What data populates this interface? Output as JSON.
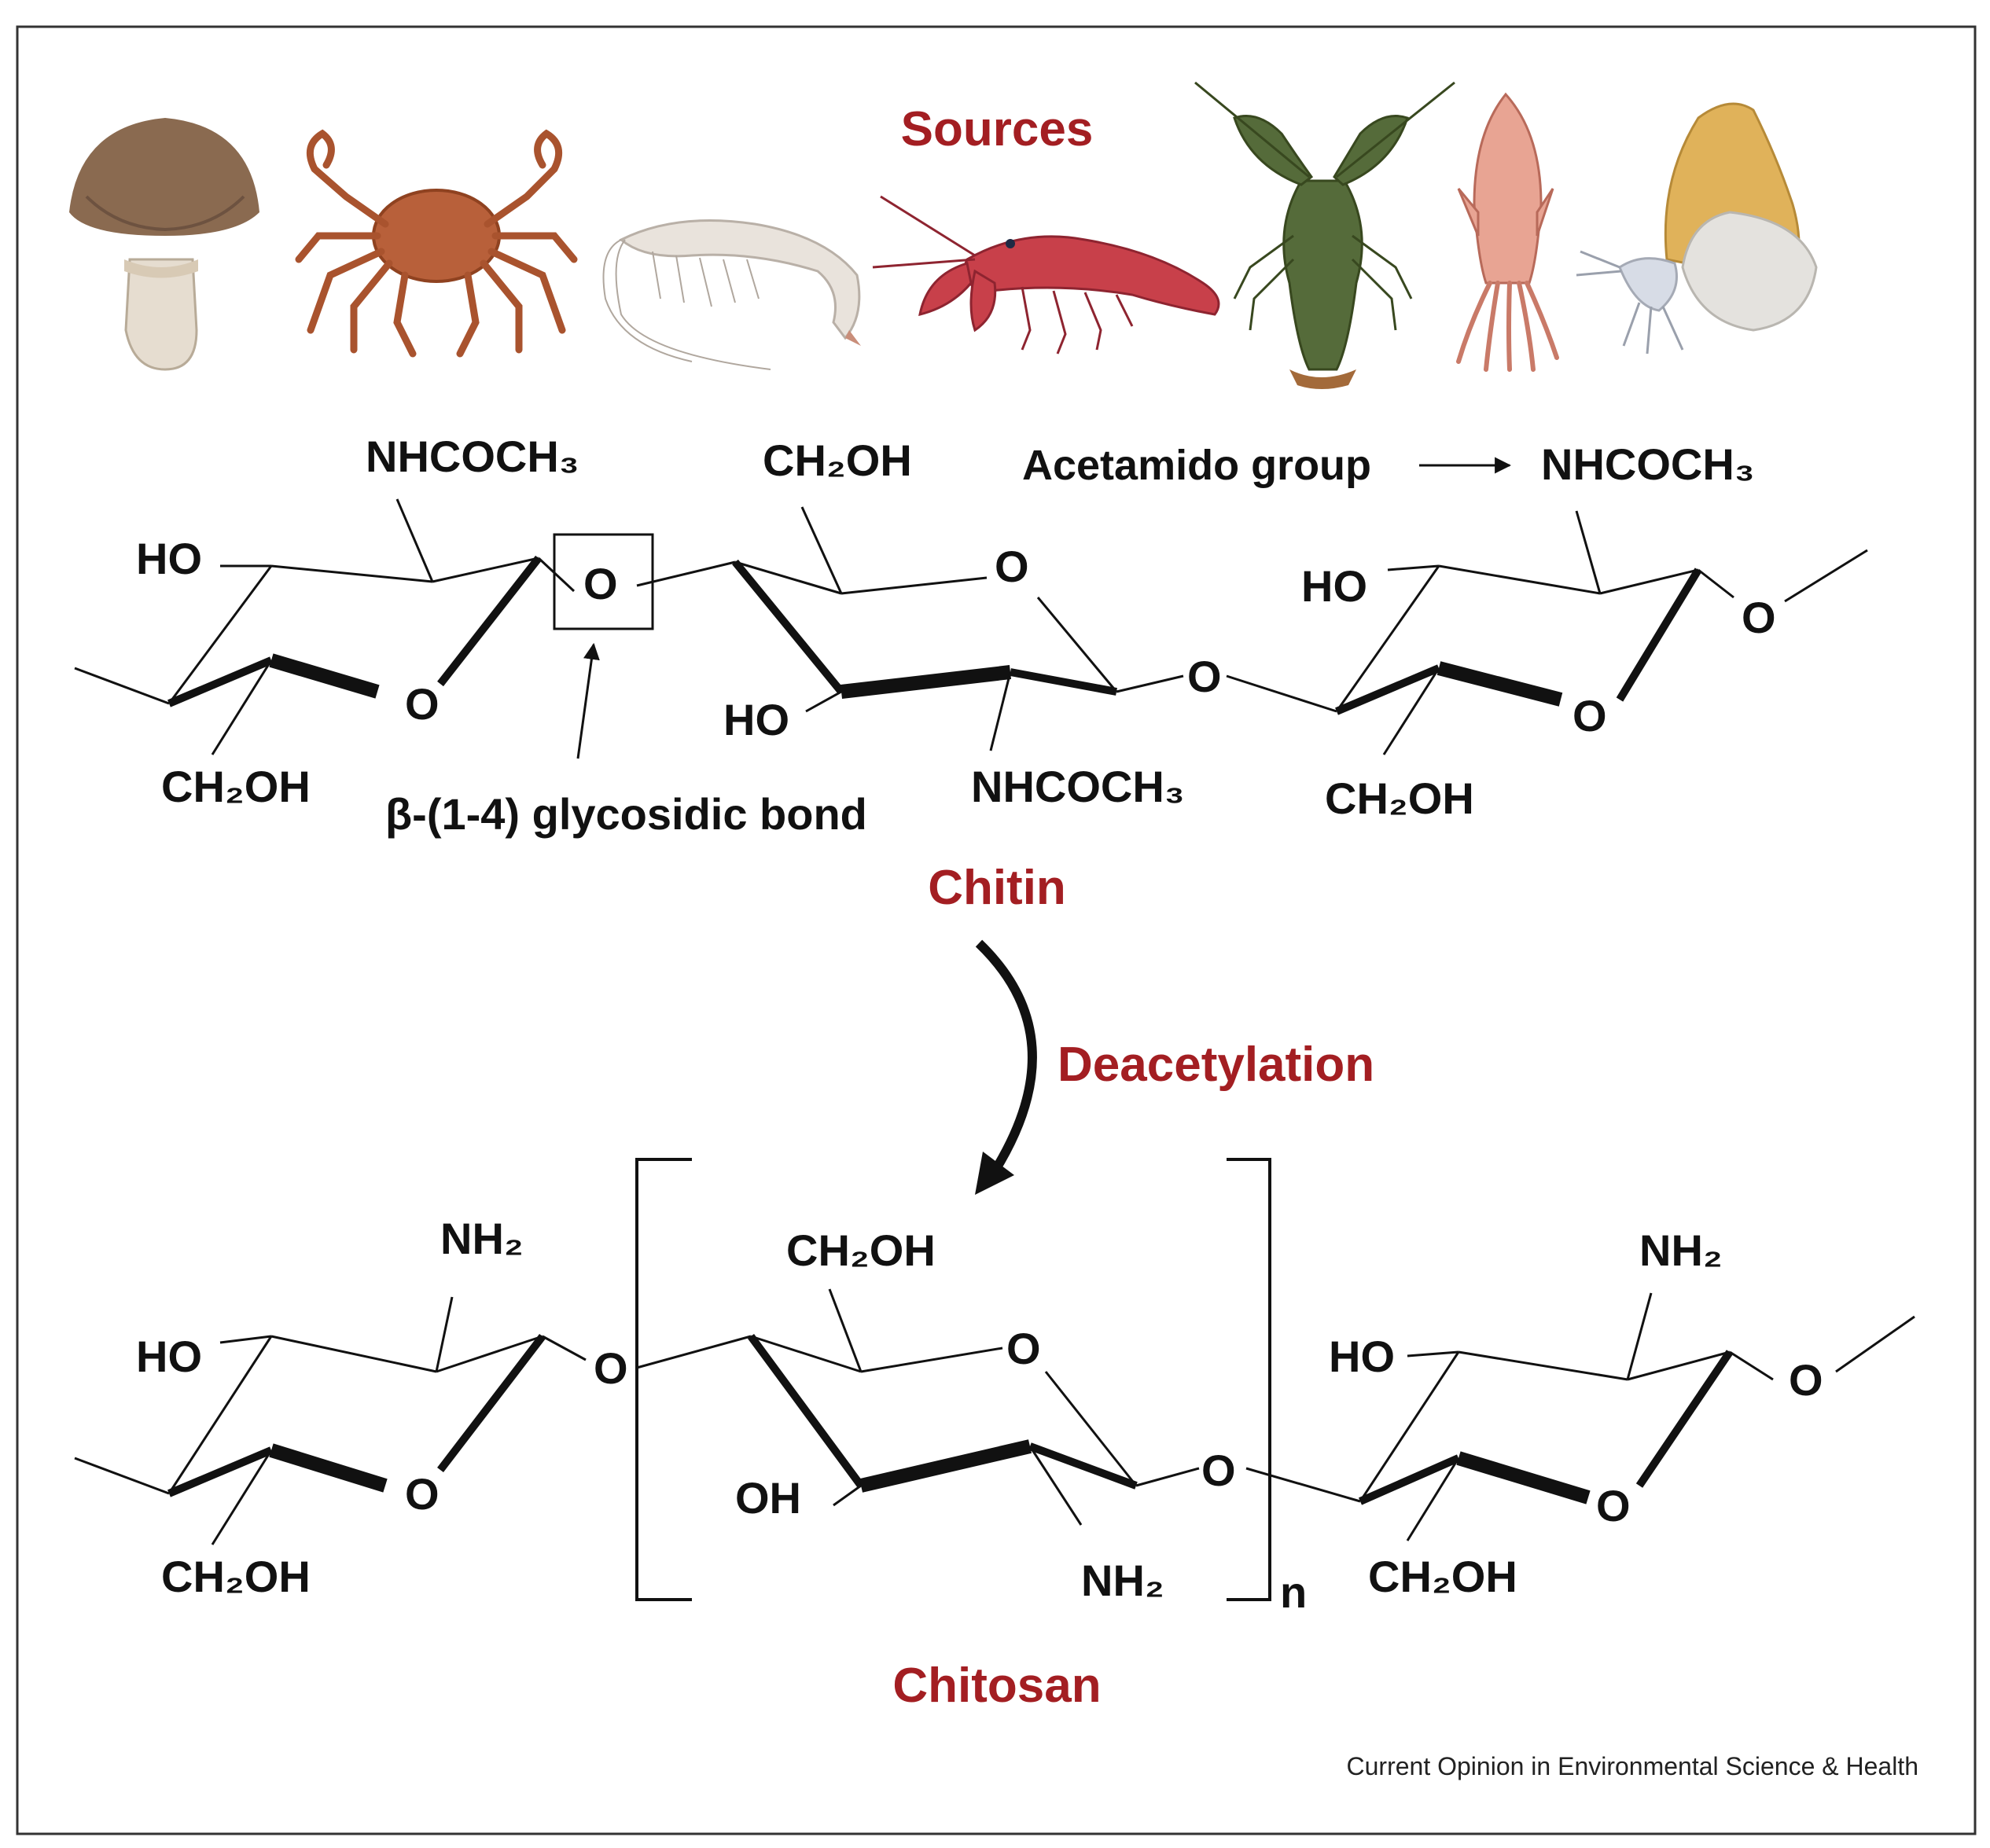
{
  "colors": {
    "accent": "#a31e22",
    "ink": "#111111",
    "frame": "#333333"
  },
  "sources": {
    "title": "Sources",
    "icons": [
      "mushroom-icon",
      "crab-icon",
      "shrimp-icon",
      "crayfish-icon",
      "lobster-icon",
      "squid-icon",
      "moth-icon"
    ]
  },
  "chitin": {
    "name": "Chitin",
    "groups": {
      "ho_1": "HO",
      "ch2oh_1": "CH₂OH",
      "nhcoch3_1": "NHCOCH₃",
      "o_bond": "O",
      "ring_o_1": "O",
      "ch2oh_2": "CH₂OH",
      "ring_o_2": "O",
      "ho_2": "HO",
      "nhcoch3_2": "NHCOCH₃",
      "link_o": "O",
      "ho_3": "HO",
      "ring_o_3": "O",
      "ch2oh_3": "CH₂OH",
      "nhcoch3_3": "NHCOCH₃",
      "end_o": "O"
    },
    "acetamido_label": "Acetamido group",
    "glycosidic_label": "β-(1-4) glycosidic bond"
  },
  "reaction": {
    "label": "Deacetylation"
  },
  "chitosan": {
    "name": "Chitosan",
    "groups": {
      "ho_1": "HO",
      "nh2_1": "NH₂",
      "ch2oh_1": "CH₂OH",
      "ring_o_1": "O",
      "link_o_1": "O",
      "ch2oh_2": "CH₂OH",
      "ring_o_2": "O",
      "oh_2": "OH",
      "nh2_2": "NH₂",
      "link_o_2": "O",
      "repeat_n": "n",
      "ho_3": "HO",
      "nh2_3": "NH₂",
      "ring_o_3": "O",
      "ch2oh_3": "CH₂OH",
      "end_o": "O"
    }
  },
  "credit": "Current Opinion in Environmental Science & Health"
}
